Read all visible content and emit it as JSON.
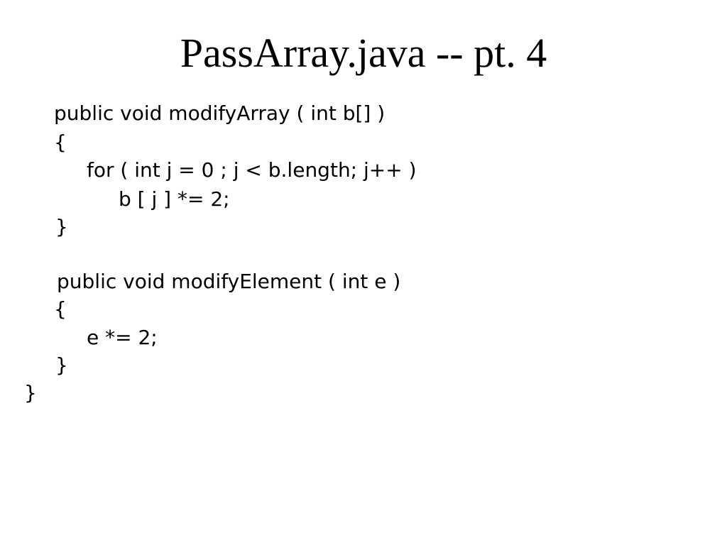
{
  "slide": {
    "title": "PassArray.java -- pt. 4",
    "code_lines": [
      "public void modifyArray ( int b[] )",
      "{",
      "for ( int j = 0 ; j < b.length; j++ )",
      "b [ j ] *= 2;",
      "}",
      "public void modifyElement ( int e )",
      "{",
      "e *= 2;",
      "}",
      "}"
    ]
  }
}
